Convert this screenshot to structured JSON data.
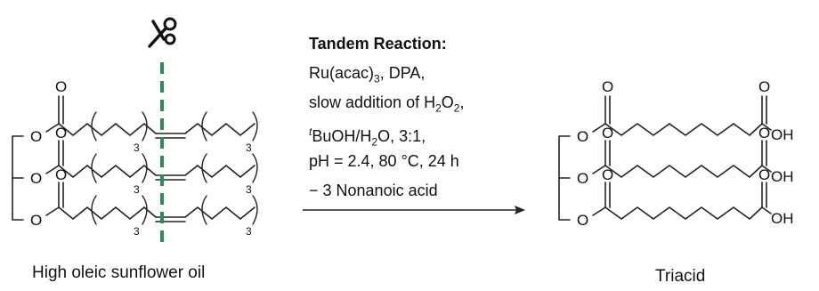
{
  "reaction": {
    "title": "Tandem Reaction:",
    "catalyst": "Ru(acac)",
    "catalyst_sub": "3",
    "catalyst_tail": ", DPA,",
    "oxidant_pre": "slow addition of H",
    "oxidant_sub1": "2",
    "oxidant_mid": "O",
    "oxidant_sub2": "2",
    "oxidant_tail": ",",
    "solvent_sup": "t",
    "solvent_a": "BuOH/H",
    "solvent_sub": "2",
    "solvent_b": "O, 3:1,",
    "conditions": "pH = 2.4, 80 °C, 24 h",
    "byproduct": "− 3 Nonanoic acid"
  },
  "substrate": {
    "caption": "High oleic sunflower oil",
    "oxygen": "O",
    "repeat": "3"
  },
  "product": {
    "caption": "Triacid",
    "oxygen": "O",
    "hydroxyl": "OH"
  },
  "colors": {
    "cut_line": "#2e8b57",
    "bonds": "#222222"
  },
  "icons": {
    "scissors": "scissors-icon"
  }
}
